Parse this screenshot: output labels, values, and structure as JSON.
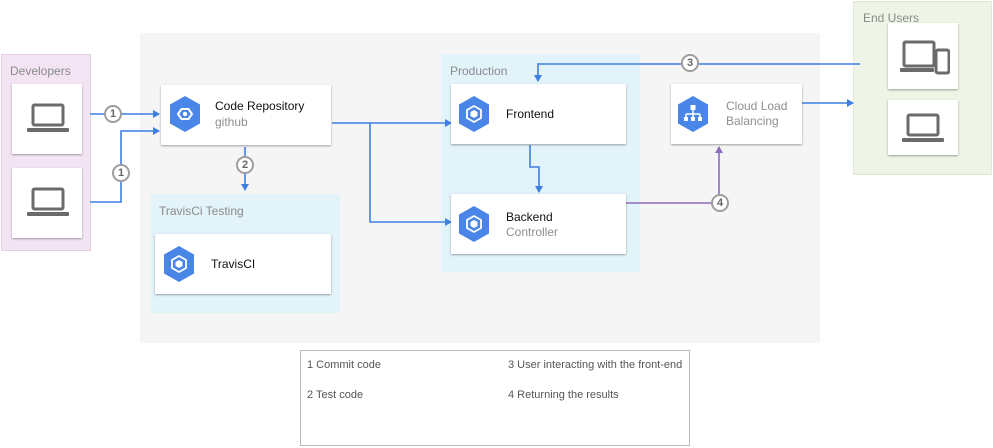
{
  "zones": {
    "developers": "Developers",
    "travis_testing": "TravisCi Testing",
    "production": "Production",
    "end_users": "End Users"
  },
  "nodes": {
    "code_repository": {
      "title": "Code Repository",
      "subtitle": "github"
    },
    "travisci": {
      "title": "TravisCI"
    },
    "frontend": {
      "title": "Frontend"
    },
    "backend": {
      "title": "Backend",
      "subtitle": "Controller"
    },
    "load_balancer": {
      "title": "Cloud Load",
      "subtitle": "Balancing"
    }
  },
  "badges": {
    "commit_top": "1",
    "commit_bottom": "1",
    "test": "2",
    "user": "3",
    "results": "4"
  },
  "legend": {
    "item1": "1 Commit code",
    "item2": "2 Test code",
    "item3": "3 User interacting with the front-end",
    "item4": "4 Returning the results"
  },
  "colors": {
    "arrow_blue": "#3f7fe0",
    "arrow_purple": "#8e6bbf",
    "gcp_blue": "#4a86e8",
    "developers_bg": "#f3e4f3",
    "end_users_bg": "#eef5e6",
    "light_blue_zone": "#e2f3fa",
    "gray_area": "#f5f5f5"
  },
  "icons": [
    "laptop-icon",
    "phone-laptop-icon",
    "source-repository-icon",
    "kubernetes-engine-icon",
    "load-balancing-icon"
  ]
}
